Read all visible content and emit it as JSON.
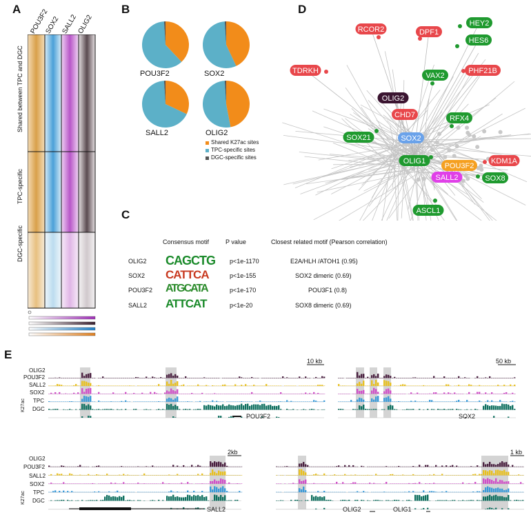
{
  "panels": {
    "A": "A",
    "B": "B",
    "C": "C",
    "D": "D",
    "E": "E"
  },
  "panelA": {
    "columns": [
      "POU3F2",
      "SOX2",
      "SALL2",
      "OLIG2"
    ],
    "rows": [
      "Shared between TPC and DGC",
      "TPC-specific",
      "DGC-specific"
    ],
    "colors": {
      "POU3F2": "#e8a23c",
      "SOX2": "#3d9bd6",
      "SALL2": "#b54bc8",
      "OLIG2": "#4a3a40"
    }
  },
  "panelB": {
    "pies": [
      {
        "name": "POU3F2",
        "shared": 0.38,
        "tpc": 0.61,
        "dgc": 0.01
      },
      {
        "name": "SOX2",
        "shared": 0.43,
        "tpc": 0.56,
        "dgc": 0.01
      },
      {
        "name": "SALL2",
        "shared": 0.32,
        "tpc": 0.67,
        "dgc": 0.01
      },
      {
        "name": "OLIG2",
        "shared": 0.47,
        "tpc": 0.52,
        "dgc": 0.01
      }
    ],
    "legend": [
      "Shared K27ac sites",
      "TPC-specific sites",
      "DGC-specific sites"
    ],
    "colors": {
      "shared": "#f28c1a",
      "tpc": "#5cb0c8",
      "dgc": "#555555"
    }
  },
  "panelC": {
    "headers": {
      "motif": "Consensus motif",
      "p": "P value",
      "related": "Closest related motif (Pearson correlation)"
    },
    "rows": [
      {
        "tf": "OLIG2",
        "motif": "CAGCTG",
        "p": "p<1e-1170",
        "related": "E2A/HLH /ATOH1 (0.95)"
      },
      {
        "tf": "SOX2",
        "motif": "CATTCA",
        "p": "p<1e-155",
        "related": "SOX2 dimeric (0.69)"
      },
      {
        "tf": "POU3F2",
        "motif": "ATGCATA",
        "p": "p<1e-170",
        "related": "POU3F1 (0.8)"
      },
      {
        "tf": "SALL2",
        "motif": "ATTCAT",
        "p": "p<1e-20",
        "related": "SOX8 dimeric (0.69)"
      }
    ]
  },
  "panelD": {
    "nodes": [
      {
        "label": "RCOR2",
        "kind": "red"
      },
      {
        "label": "DPF1",
        "kind": "red"
      },
      {
        "label": "HEY2",
        "kind": "green"
      },
      {
        "label": "HES6",
        "kind": "green"
      },
      {
        "label": "TDRKH",
        "kind": "red"
      },
      {
        "label": "VAX2",
        "kind": "green"
      },
      {
        "label": "PHF21B",
        "kind": "red"
      },
      {
        "label": "OLIG2",
        "kind": "dark"
      },
      {
        "label": "CHD7",
        "kind": "red"
      },
      {
        "label": "RFX4",
        "kind": "green"
      },
      {
        "label": "SOX21",
        "kind": "green"
      },
      {
        "label": "SOX2",
        "kind": "blue"
      },
      {
        "label": "OLIG1",
        "kind": "green"
      },
      {
        "label": "POU3F2",
        "kind": "orange"
      },
      {
        "label": "KDM1A",
        "kind": "red"
      },
      {
        "label": "SALL2",
        "kind": "magenta"
      },
      {
        "label": "SOX8",
        "kind": "green"
      },
      {
        "label": "ASCL1",
        "kind": "green"
      }
    ],
    "colors": {
      "red": "#e8474b",
      "green": "#1f9a2f",
      "dark": "#3a1430",
      "blue": "#6aa2ea",
      "orange": "#f5a020",
      "magenta": "#e040e8"
    }
  },
  "panelE": {
    "tracks": [
      "OLIG2",
      "POU3F2",
      "SALL2",
      "SOX2",
      "TPC",
      "DGC"
    ],
    "k27ac": "K27ac",
    "trackColors": [
      "#4a2040",
      "#e8c020",
      "#d050c8",
      "#3a9ad8",
      "#107060",
      "#107060"
    ],
    "loci": [
      {
        "scale": "10 kb",
        "genes": [
          "POU3F2"
        ]
      },
      {
        "scale": "50 kb",
        "genes": [
          "SOX2"
        ]
      },
      {
        "scale": "2kb",
        "genes": [
          "SALL2"
        ]
      },
      {
        "scale": "1 kb",
        "genes": [
          "OLIG2",
          "OLIG1"
        ]
      }
    ]
  }
}
